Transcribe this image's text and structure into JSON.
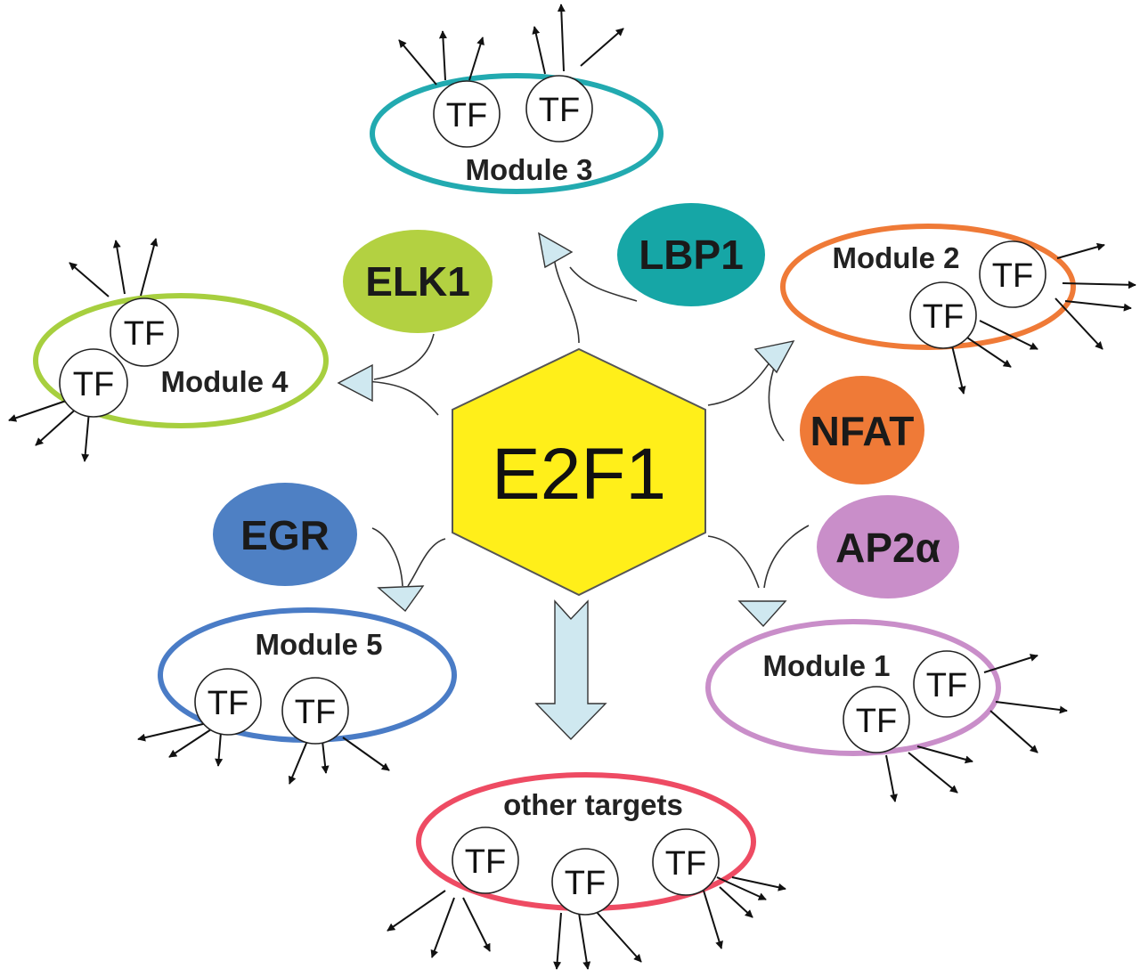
{
  "hub": {
    "label": "E2F1",
    "color": "#ffef1a"
  },
  "regulators": {
    "elk1": {
      "label": "ELK1",
      "color": "#b3d141"
    },
    "lbp1": {
      "label": "LBP1",
      "color": "#16a6a6"
    },
    "nfat": {
      "label": "NFAT",
      "color": "#ef7a37"
    },
    "ap2a": {
      "label": "AP2α",
      "color": "#c98ec9"
    },
    "egr": {
      "label": "EGR",
      "color": "#4e80c4"
    }
  },
  "modules": {
    "module3": {
      "label": "Module 3",
      "color": "#22aab0"
    },
    "module2": {
      "label": "Module 2",
      "color": "#ef7a37"
    },
    "module4": {
      "label": "Module 4",
      "color": "#a7cf3f"
    },
    "module5": {
      "label": "Module 5",
      "color": "#4a7cc6"
    },
    "module1": {
      "label": "Module 1",
      "color": "#c98ec9"
    },
    "other": {
      "label": "other targets",
      "color": "#ee4b63"
    }
  },
  "tf_label": "TF",
  "arrow_fill": "#cfe8f0"
}
